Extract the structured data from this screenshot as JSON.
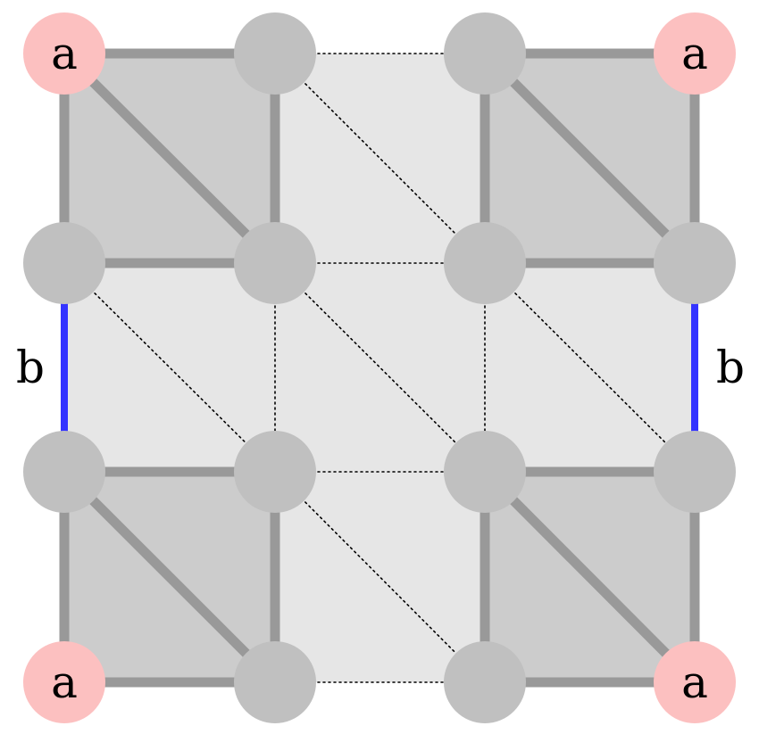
{
  "grid": {
    "columns": 4,
    "rows": 4,
    "nodes": [
      {
        "id": "n00",
        "col": 0,
        "row": 0,
        "label": "a",
        "highlight": true
      },
      {
        "id": "n10",
        "col": 1,
        "row": 0,
        "label": "",
        "highlight": false
      },
      {
        "id": "n20",
        "col": 2,
        "row": 0,
        "label": "",
        "highlight": false
      },
      {
        "id": "n30",
        "col": 3,
        "row": 0,
        "label": "a",
        "highlight": true
      },
      {
        "id": "n01",
        "col": 0,
        "row": 1,
        "label": "",
        "highlight": false
      },
      {
        "id": "n11",
        "col": 1,
        "row": 1,
        "label": "",
        "highlight": false
      },
      {
        "id": "n21",
        "col": 2,
        "row": 1,
        "label": "",
        "highlight": false
      },
      {
        "id": "n31",
        "col": 3,
        "row": 1,
        "label": "",
        "highlight": false
      },
      {
        "id": "n02",
        "col": 0,
        "row": 2,
        "label": "",
        "highlight": false
      },
      {
        "id": "n12",
        "col": 1,
        "row": 2,
        "label": "",
        "highlight": false
      },
      {
        "id": "n22",
        "col": 2,
        "row": 2,
        "label": "",
        "highlight": false
      },
      {
        "id": "n32",
        "col": 3,
        "row": 2,
        "label": "",
        "highlight": false
      },
      {
        "id": "n03",
        "col": 0,
        "row": 3,
        "label": "a",
        "highlight": true
      },
      {
        "id": "n13",
        "col": 1,
        "row": 3,
        "label": "",
        "highlight": false
      },
      {
        "id": "n23",
        "col": 2,
        "row": 3,
        "label": "",
        "highlight": false
      },
      {
        "id": "n33",
        "col": 3,
        "row": 3,
        "label": "a",
        "highlight": true
      }
    ],
    "solid_edges": [
      [
        "n00",
        "n10"
      ],
      [
        "n00",
        "n01"
      ],
      [
        "n00",
        "n11"
      ],
      [
        "n10",
        "n11"
      ],
      [
        "n01",
        "n11"
      ],
      [
        "n20",
        "n30"
      ],
      [
        "n20",
        "n21"
      ],
      [
        "n20",
        "n31"
      ],
      [
        "n30",
        "n31"
      ],
      [
        "n21",
        "n31"
      ],
      [
        "n02",
        "n12"
      ],
      [
        "n02",
        "n03"
      ],
      [
        "n02",
        "n13"
      ],
      [
        "n12",
        "n13"
      ],
      [
        "n03",
        "n13"
      ],
      [
        "n22",
        "n32"
      ],
      [
        "n22",
        "n23"
      ],
      [
        "n22",
        "n33"
      ],
      [
        "n32",
        "n33"
      ],
      [
        "n23",
        "n33"
      ]
    ],
    "dotted_edges": [
      [
        "n10",
        "n20"
      ],
      [
        "n10",
        "n21"
      ],
      [
        "n11",
        "n21"
      ],
      [
        "n01",
        "n12"
      ],
      [
        "n11",
        "n12"
      ],
      [
        "n11",
        "n22"
      ],
      [
        "n21",
        "n22"
      ],
      [
        "n21",
        "n32"
      ],
      [
        "n12",
        "n22"
      ],
      [
        "n12",
        "n23"
      ],
      [
        "n13",
        "n23"
      ]
    ],
    "boundary_edges": [
      {
        "from": "n01",
        "to": "n02",
        "label": "b",
        "side": "left"
      },
      {
        "from": "n31",
        "to": "n32",
        "label": "b",
        "side": "right"
      }
    ],
    "dark_cells": [
      [
        0,
        0
      ],
      [
        2,
        0
      ],
      [
        0,
        2
      ],
      [
        2,
        2
      ]
    ]
  },
  "colors": {
    "node": "#c0c0c0",
    "node_highlight": "#fcc0c0",
    "solid_edge": "#999999",
    "dotted_edge": "#000000",
    "boundary_edge": "#3333ff",
    "light_fill": "#e6e6e6",
    "dark_fill": "#cccccc"
  }
}
